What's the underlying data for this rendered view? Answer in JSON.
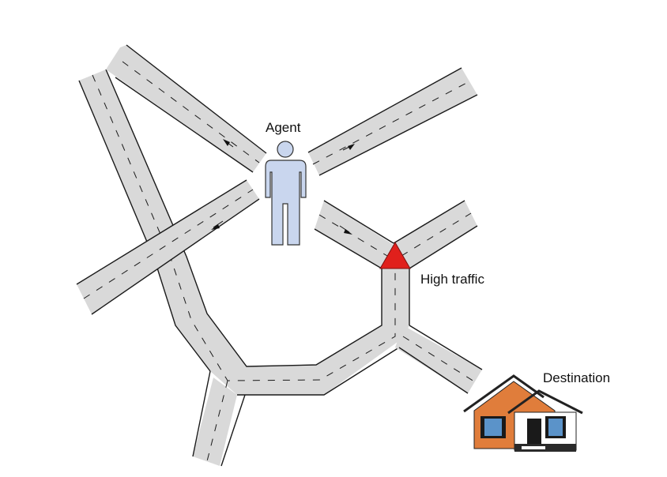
{
  "labels": {
    "agent": "Agent",
    "high_traffic": "High traffic",
    "destination": "Destination"
  },
  "icons": {
    "agent": "person-icon",
    "high_traffic": "warning-triangle-icon",
    "destination": "house-icon"
  },
  "colors": {
    "road": "#d9d9d9",
    "agent_fill": "#c9d6ee",
    "warning": "#e0201c",
    "house_wall": "#e07d3b",
    "house_window": "#5b93c9"
  }
}
